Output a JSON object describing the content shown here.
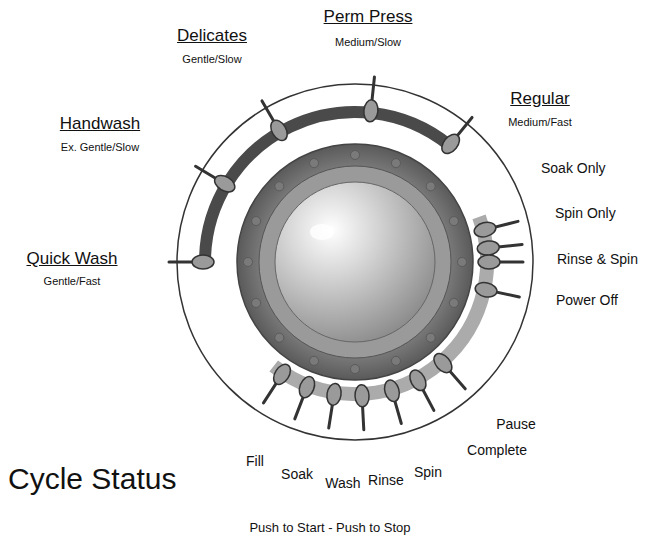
{
  "diagram": {
    "labels": [
      "Quick Wash",
      "Gentle/Fast",
      "Handwash",
      "Ex. Gentle/Slow",
      "Delicates",
      "Gentle/Slow",
      "Perm Press",
      "Medium/Slow",
      "Regular",
      "Medium/Fast",
      "Soak Only",
      "Spin Only",
      "Rinse & Spin",
      "Power Off",
      "Fill",
      "Soak",
      "Wash",
      "Rinse",
      "Spin",
      "Complete",
      "Pause",
      "Cycle Status",
      "Push to Start - Push to Stop"
    ]
  }
}
